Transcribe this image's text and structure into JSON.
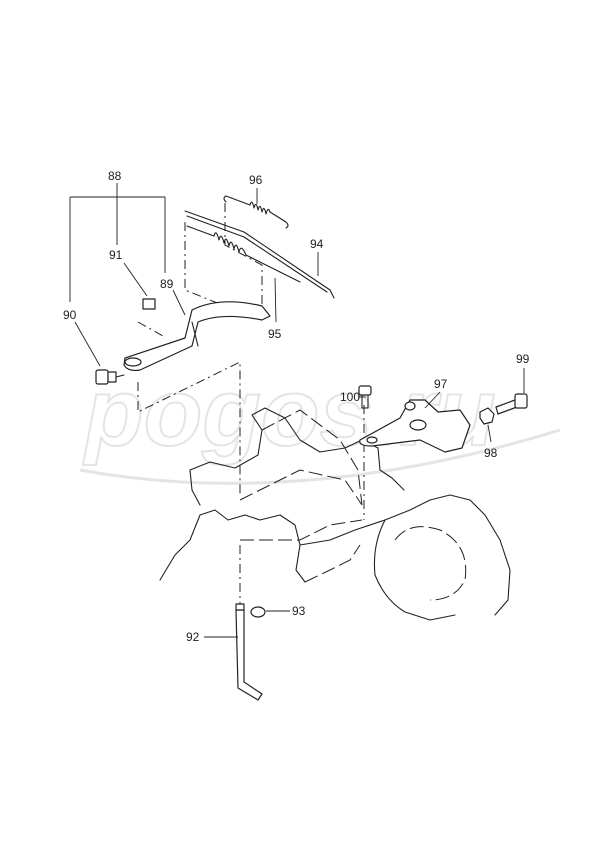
{
  "watermark": "pogos.ru",
  "labels": {
    "l88": "88",
    "l89": "89",
    "l90": "90",
    "l91": "91",
    "l92": "92",
    "l93": "93",
    "l94": "94",
    "l95": "95",
    "l96": "96",
    "l97": "97",
    "l98": "98",
    "l99": "99",
    "l100": "100"
  }
}
